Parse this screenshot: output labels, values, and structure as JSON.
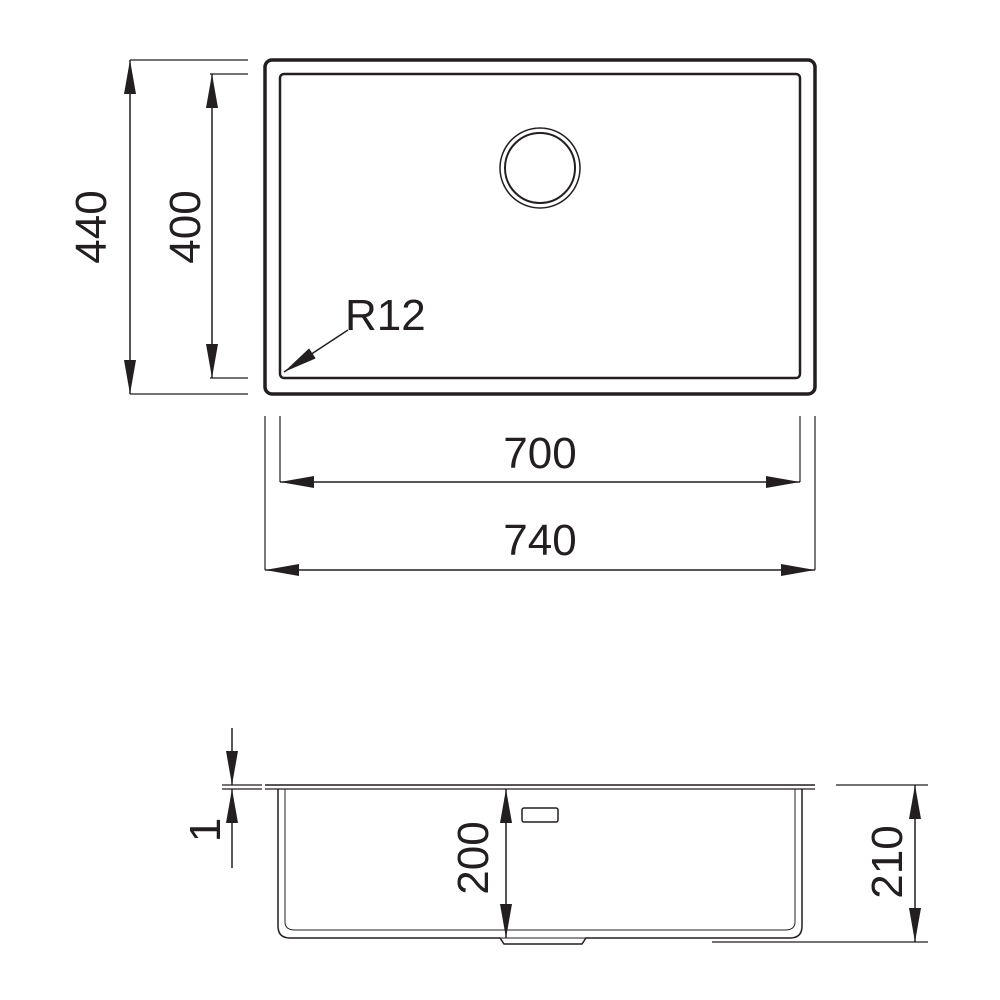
{
  "top_view": {
    "outer_height": "440",
    "inner_height": "400",
    "corner_radius": "R12",
    "inner_width": "700",
    "outer_width": "740"
  },
  "side_view": {
    "flange_thickness": "1",
    "bowl_depth": "200",
    "total_depth": "210"
  },
  "colors": {
    "line": "#231f20",
    "background": "#ffffff"
  }
}
